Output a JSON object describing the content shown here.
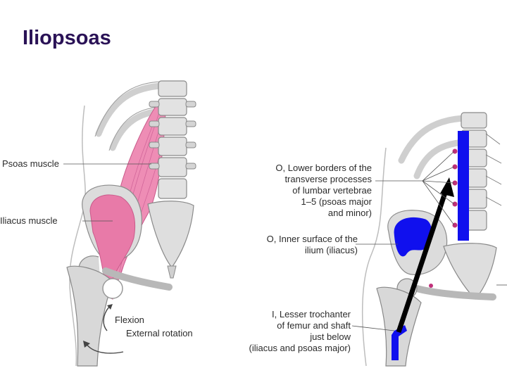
{
  "slide": {
    "title": "Iliopsoas"
  },
  "left_figure": {
    "psoas_label": "Psoas muscle",
    "iliacus_label": "Iliacus muscle",
    "action_1": "Flexion",
    "action_2": "External rotation"
  },
  "right_figure": {
    "origin_1_lines": [
      "O, Lower borders of the",
      "transverse processes",
      "of lumbar vertebrae",
      "1–5 (psoas major",
      "and minor)"
    ],
    "origin_2_lines": [
      "O, Inner surface of the",
      "ilium (iliacus)"
    ],
    "insertion_lines": [
      "I, Lesser trochanter",
      "of femur and shaft",
      "just below",
      "(iliacus and psoas major)"
    ]
  },
  "colors": {
    "title": "#2a1256",
    "muscle": "#e87aa8",
    "highlight": "#1010ee",
    "bone": "#d7d7d7"
  }
}
